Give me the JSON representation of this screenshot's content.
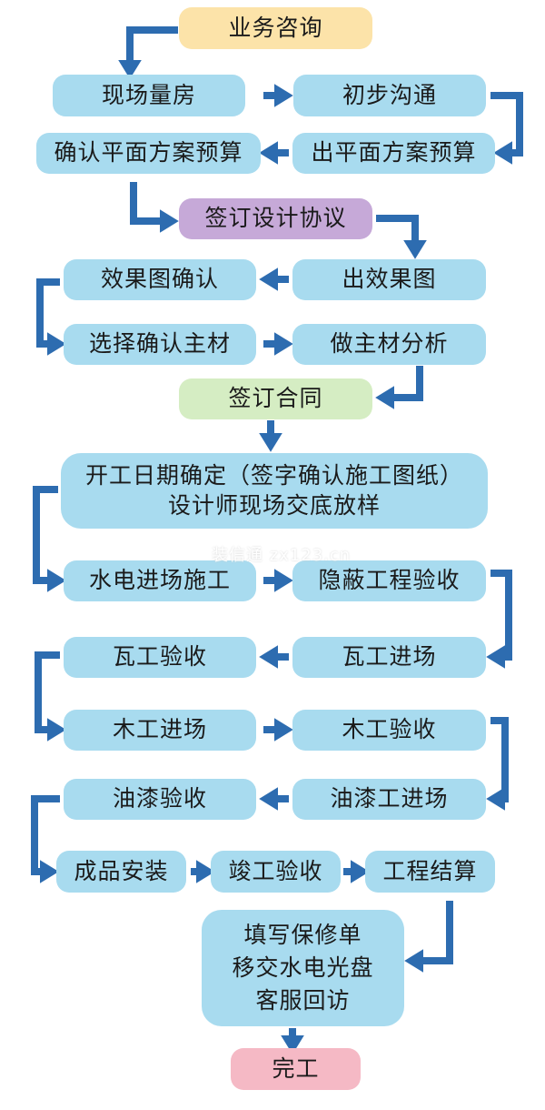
{
  "steps": {
    "consult": "业务咨询",
    "measure": "现场量房",
    "communicate": "初步沟通",
    "confirm_plan": "确认平面方案预算",
    "issue_plan": "出平面方案预算",
    "design_agreement": "签订设计协议",
    "confirm_render": "效果图确认",
    "issue_render": "出效果图",
    "select_materials": "选择确认主材",
    "analyze_materials": "做主材分析",
    "contract": "签订合同",
    "start_line1": "开工日期确定（签字确认施工图纸）",
    "start_line2": "设计师现场交底放样",
    "plumbing": "水电进场施工",
    "hidden_inspection": "隐蔽工程验收",
    "tiling_inspection": "瓦工验收",
    "tiling_start": "瓦工进场",
    "carpentry_start": "木工进场",
    "carpentry_inspection": "木工验收",
    "paint_inspection": "油漆验收",
    "paint_start": "油漆工进场",
    "install": "成品安装",
    "completion_inspection": "竣工验收",
    "settlement": "工程结算",
    "after_line1": "填写保修单",
    "after_line2": "移交水电光盘",
    "after_line3": "客服回访",
    "done": "完工"
  },
  "watermark": "装信通 zx123.cn",
  "colors": {
    "box": "#a8dbef",
    "start": "#fce3a9",
    "agreement": "#c6a9d8",
    "contract": "#d5edc3",
    "end": "#f5b9c5",
    "arrow": "#2d6cb0"
  }
}
